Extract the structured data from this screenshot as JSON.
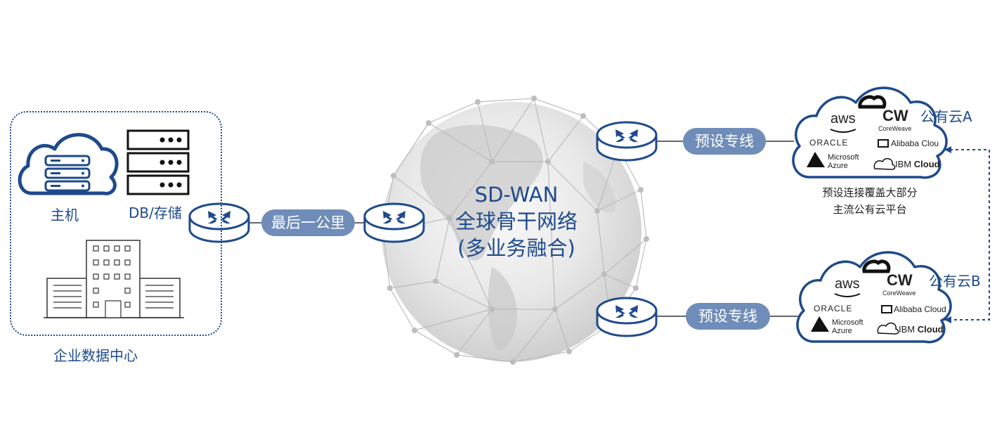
{
  "datacenter": {
    "title": "企业数据中心",
    "host_label": "主机",
    "db_label": "DB/存储"
  },
  "links": {
    "last_mile": "最后一公里",
    "dedicated_a": "预设专线",
    "dedicated_b": "预设专线"
  },
  "core": {
    "line1": "SD-WAN",
    "line2": "全球骨干网络",
    "line3": "(多业务融合)"
  },
  "cloud_a": {
    "label": "公有云A",
    "note_line1": "预设连接覆盖大部分",
    "note_line2": "主流公有云平台"
  },
  "cloud_b": {
    "label": "公有云B"
  },
  "providers": {
    "aws": "aws",
    "coreweave": "CoreWeave",
    "oracle": "ORACLE",
    "alibaba_a": "Alibaba Clou",
    "alibaba_b": "Alibaba Cloud",
    "microsoft": "Microsoft",
    "azure": "Azure",
    "ibm": "IBM",
    "ibm_cloud": "Cloud"
  },
  "colors": {
    "primary": "#1e4a8c",
    "pill": "#6f8db8",
    "globe": "#d9d9d9"
  }
}
